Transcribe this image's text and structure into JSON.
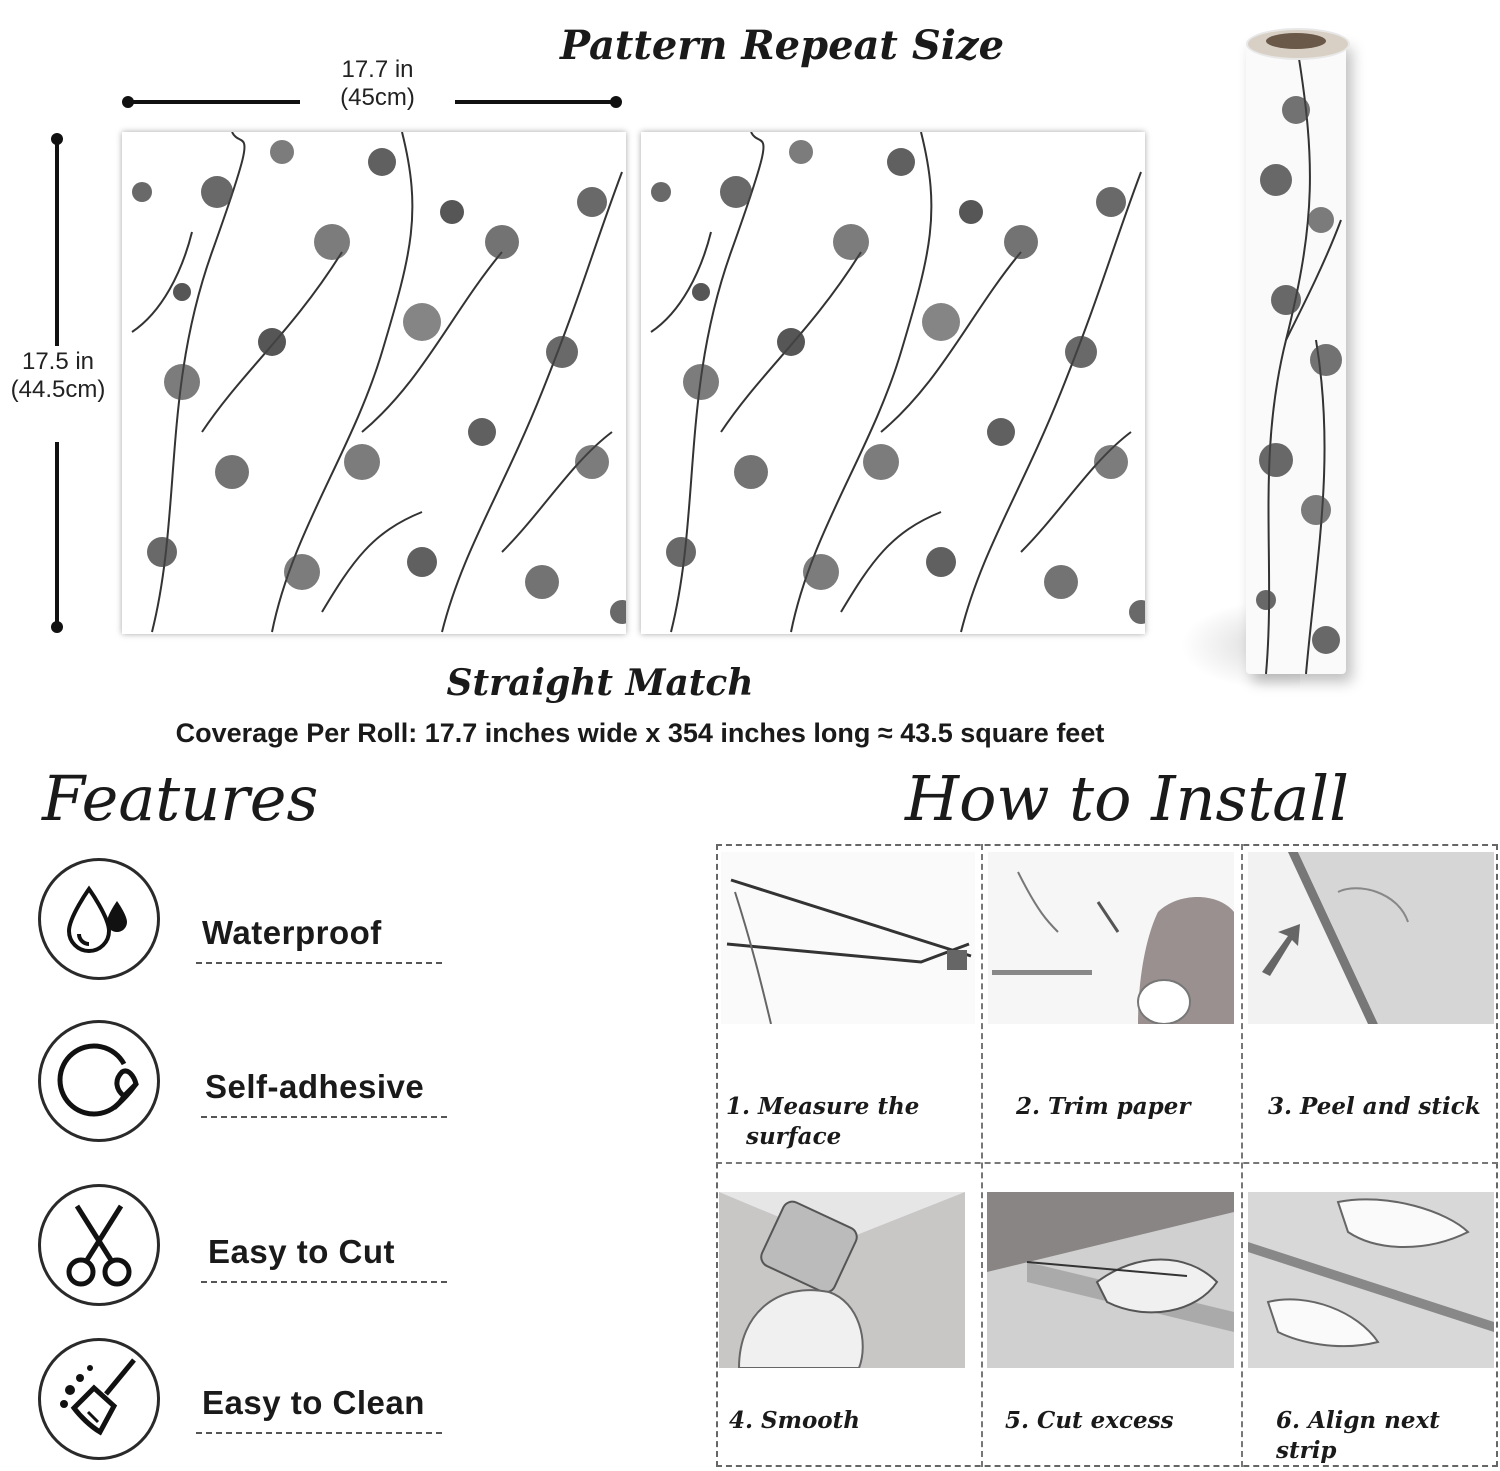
{
  "header": {
    "title": "Pattern Repeat Size",
    "width_in": "17.7 in",
    "width_cm": "(45cm)",
    "height_in": "17.5 in",
    "height_cm": "(44.5cm)"
  },
  "match": {
    "title": "Straight Match",
    "coverage": "Coverage Per Roll: 17.7 inches wide x 354 inches long ≈ 43.5 square feet"
  },
  "features": {
    "heading": "Features",
    "items": [
      {
        "label": "Waterproof",
        "icon": "water-drops-icon"
      },
      {
        "label": "Self-adhesive",
        "icon": "peel-sticker-icon"
      },
      {
        "label": "Easy to Cut",
        "icon": "scissors-icon"
      },
      {
        "label": "Easy to Clean",
        "icon": "broom-icon"
      }
    ]
  },
  "install": {
    "heading": "How to Install",
    "steps": [
      {
        "line1": "1. Measure the",
        "line2": "surface"
      },
      {
        "line1": "2. Trim paper",
        "line2": ""
      },
      {
        "line1": "3. Peel and stick",
        "line2": ""
      },
      {
        "line1": "4. Smooth",
        "line2": ""
      },
      {
        "line1": "5. Cut excess",
        "line2": ""
      },
      {
        "line1": "6. Align next strip",
        "line2": ""
      }
    ]
  }
}
